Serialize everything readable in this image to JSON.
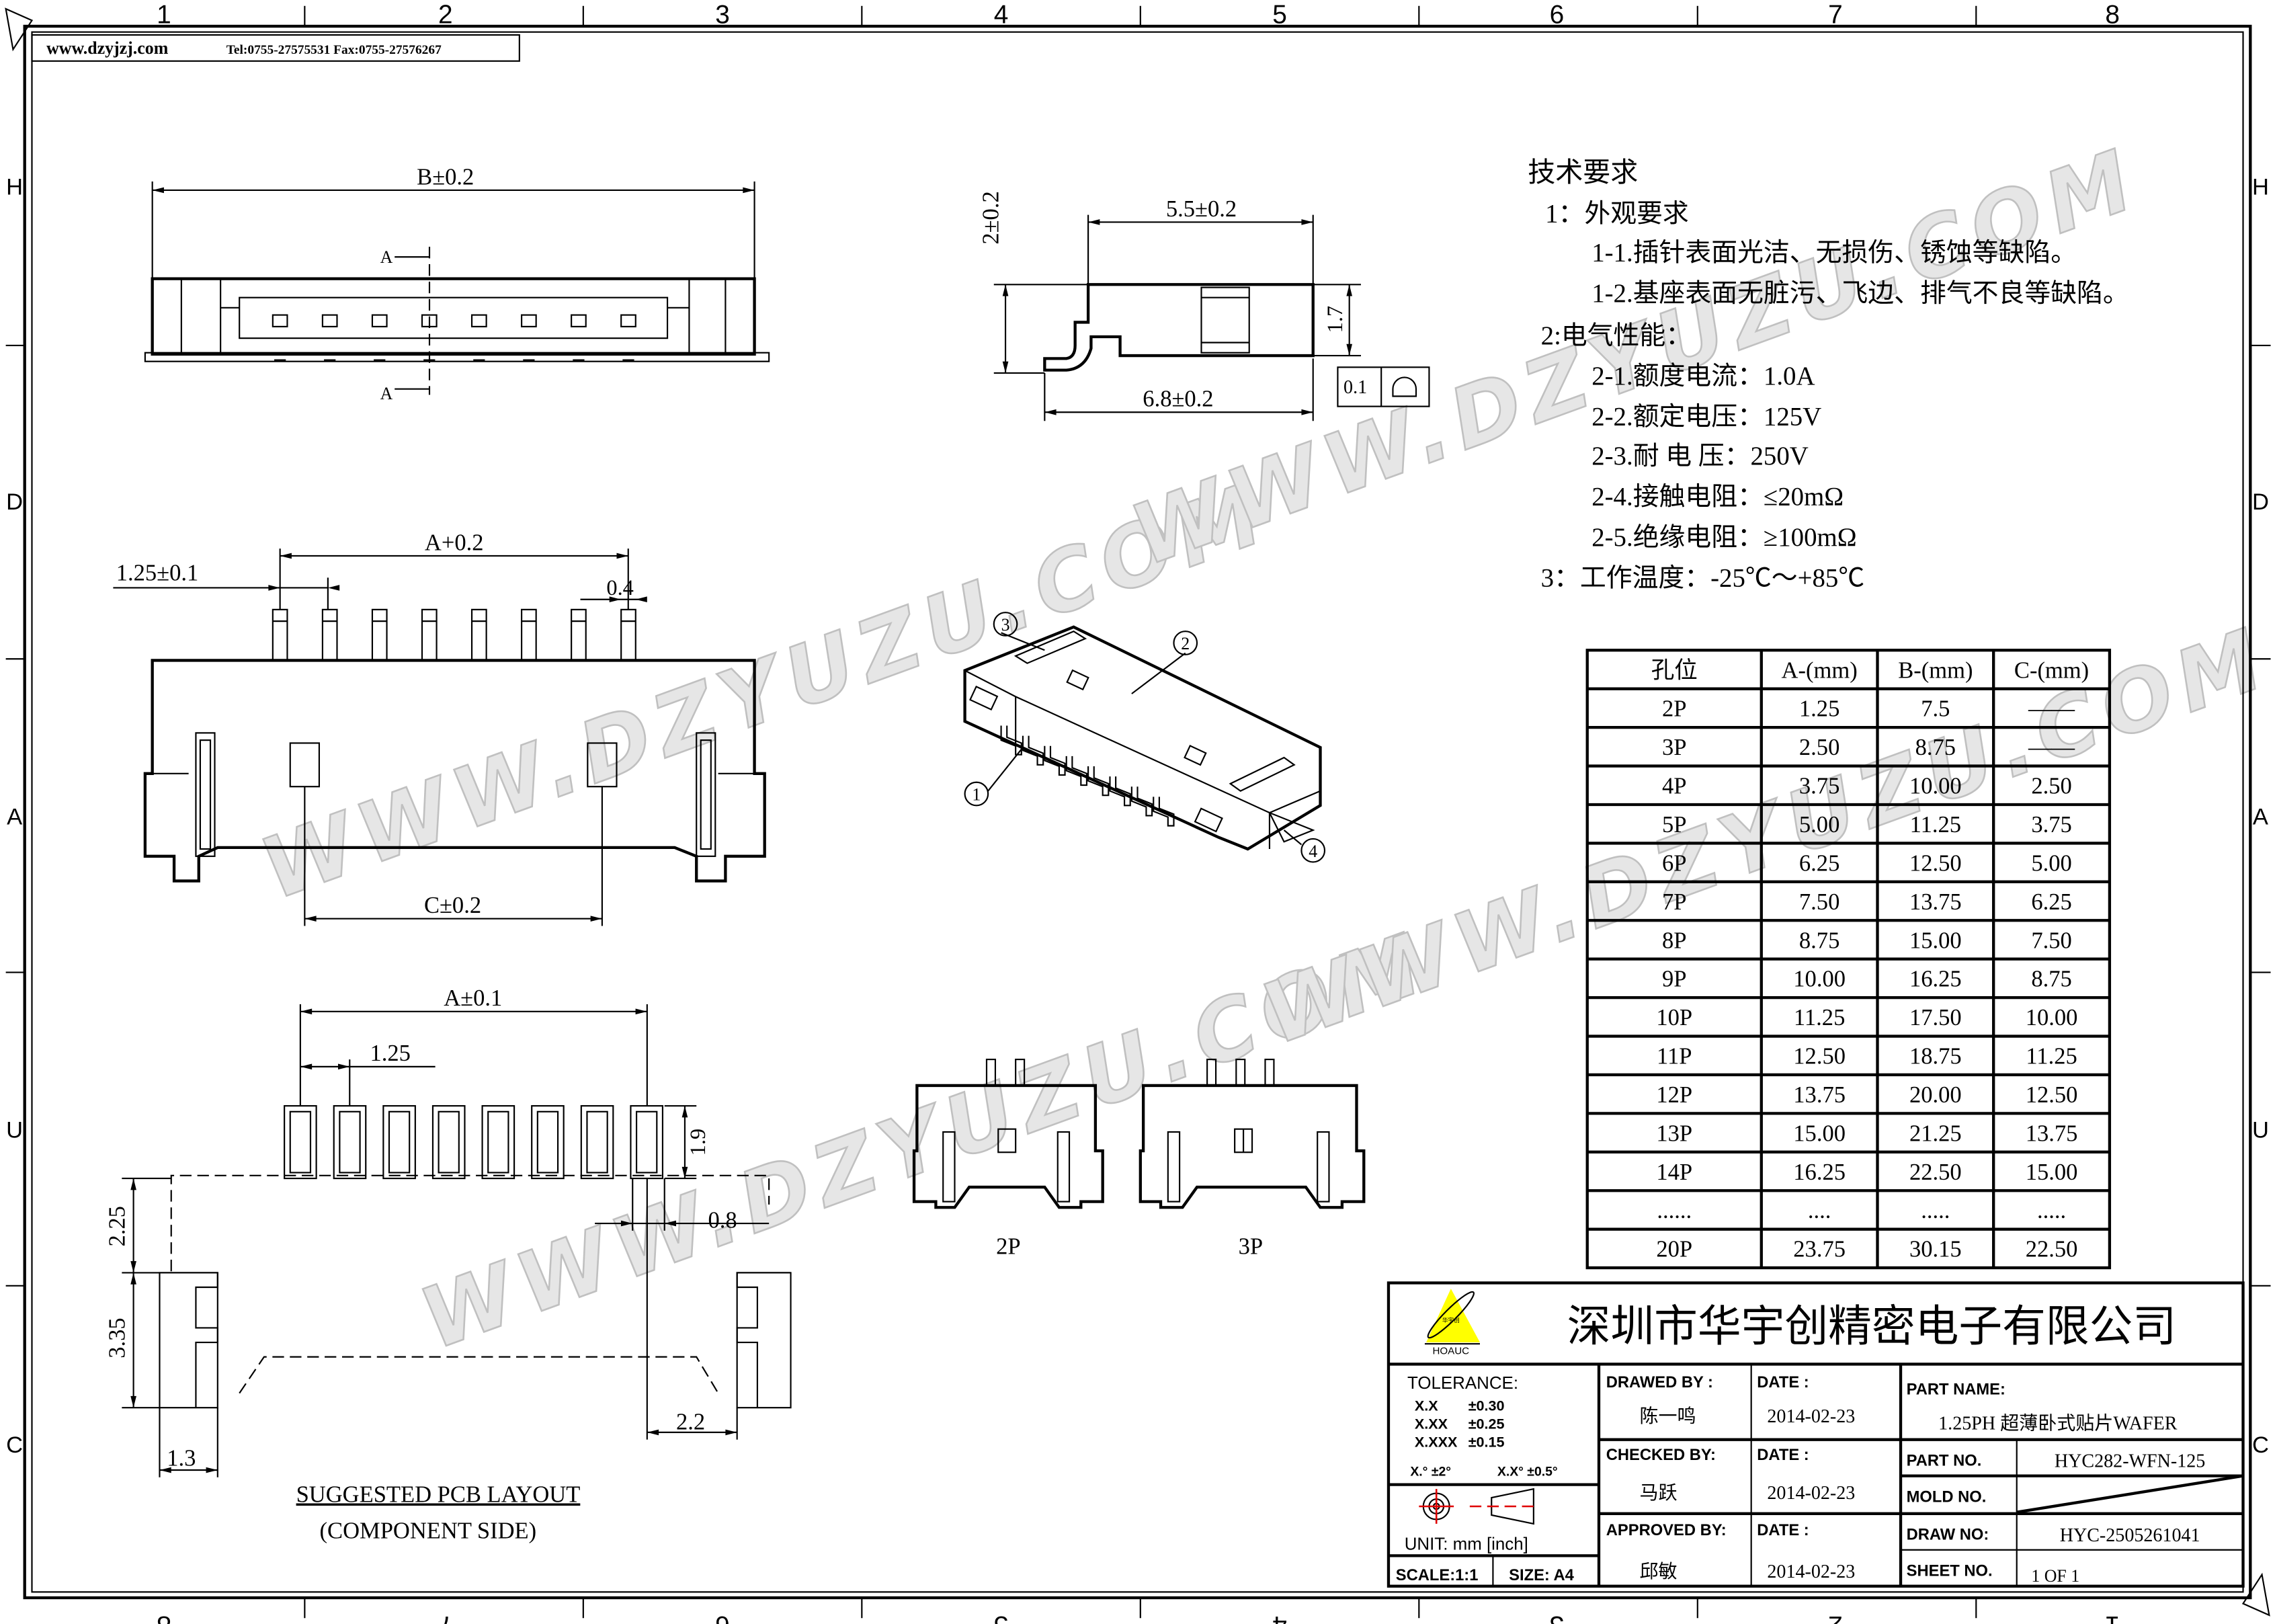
{
  "header": {
    "website": "www.dzyjzj.com",
    "contact": "Tel:0755-27575531  Fax:0755-27576267"
  },
  "border": {
    "columns": [
      "1",
      "2",
      "3",
      "4",
      "5",
      "6",
      "7",
      "8"
    ],
    "columns_bottom": [
      "8",
      "7",
      "6",
      "5",
      "4",
      "3",
      "2",
      "1"
    ],
    "rows": [
      "H",
      "D",
      "A",
      "U",
      "C"
    ]
  },
  "watermark": "WWW.DZYUZU.COM",
  "front_view": {
    "dim_b": "B±0.2",
    "section_a": "A"
  },
  "side_view": {
    "dim_width": "5.5±0.2",
    "dim_height": "2±0.2",
    "dim_body_height": "1.7",
    "dim_total": "6.8±0.2",
    "flatness_value": "0.1"
  },
  "bottom_view": {
    "dim_a": "A+0.2",
    "dim_pitch": "1.25±0.1",
    "dim_pin": "0.4",
    "dim_c": "C±0.2"
  },
  "pcb_layout": {
    "dim_a": "A±0.1",
    "dim_pitch": "1.25",
    "dim_pad_len": "1.9",
    "dim_pad_w": "0.8",
    "dim_2_25": "2.25",
    "dim_3_35": "3.35",
    "dim_2_2": "2.2",
    "dim_1_3": "1.3",
    "title": "SUGGESTED PCB LAYOUT",
    "subtitle": "(COMPONENT SIDE)"
  },
  "iso_view": {
    "callouts": [
      "1",
      "2",
      "3",
      "4"
    ]
  },
  "variants": {
    "label_2p": "2P",
    "label_3p": "3P"
  },
  "requirements": {
    "title": "技术要求",
    "lines": [
      "1：外观要求",
      "1-1.插针表面光洁、无损伤、锈蚀等缺陷。",
      "1-2.基座表面无脏污、飞边、排气不良等缺陷。",
      "2:电气性能：",
      "2-1.额度电流：1.0A",
      "2-2.额定电压：125V",
      "2-3.耐 电 压：250V",
      "2-4.接触电阻：≤20mΩ",
      "2-5.绝缘电阻：≥100mΩ",
      "3：工作温度：-25℃～+85℃"
    ]
  },
  "table": {
    "headers": [
      "孔位",
      "A-(mm)",
      "B-(mm)",
      "C-(mm)"
    ],
    "rows": [
      [
        "2P",
        "1.25",
        "7.5",
        "——"
      ],
      [
        "3P",
        "2.50",
        "8.75",
        "——"
      ],
      [
        "4P",
        "3.75",
        "10.00",
        "2.50"
      ],
      [
        "5P",
        "5.00",
        "11.25",
        "3.75"
      ],
      [
        "6P",
        "6.25",
        "12.50",
        "5.00"
      ],
      [
        "7P",
        "7.50",
        "13.75",
        "6.25"
      ],
      [
        "8P",
        "8.75",
        "15.00",
        "7.50"
      ],
      [
        "9P",
        "10.00",
        "16.25",
        "8.75"
      ],
      [
        "10P",
        "11.25",
        "17.50",
        "10.00"
      ],
      [
        "11P",
        "12.50",
        "18.75",
        "11.25"
      ],
      [
        "12P",
        "13.75",
        "20.00",
        "12.50"
      ],
      [
        "13P",
        "15.00",
        "21.25",
        "13.75"
      ],
      [
        "14P",
        "16.25",
        "22.50",
        "15.00"
      ],
      [
        "......",
        "....",
        ".....",
        "....."
      ],
      [
        "20P",
        "23.75",
        "30.15",
        "22.50"
      ]
    ]
  },
  "title_block": {
    "company": "深圳市华宇创精密电子有限公司",
    "logo_text": "HOAUC",
    "logo_cn": "华宇创",
    "tolerance_label": "TOLERANCE:",
    "tolerances": [
      [
        "X.X",
        "±0.30"
      ],
      [
        "X.XX",
        "±0.25"
      ],
      [
        "X.XXX",
        "±0.15"
      ]
    ],
    "angle_tol_1": "X.°  ±2°",
    "angle_tol_2": "X.X°  ±0.5°",
    "unit": "UNIT:  mm  [inch]",
    "scale": "SCALE:1:1",
    "size": "SIZE:  A4",
    "drawed_by_label": "DRAWED  BY :",
    "drawed_by": "陈一鸣",
    "checked_by_label": "CHECKED  BY:",
    "checked_by": "马跃",
    "approved_by_label": "APPROVED  BY:",
    "approved_by": "邱敏",
    "date_label": "DATE  :",
    "drawed_date": "2014-02-23",
    "checked_date": "2014-02-23",
    "approved_date": "2014-02-23",
    "part_name_label": "PART  NAME:",
    "part_name": "1.25PH  超薄卧式贴片WAFER",
    "part_no_label": "PART  NO.",
    "part_no": "HYC282-WFN-125",
    "mold_no_label": "MOLD  NO.",
    "draw_no_label": "DRAW  NO:",
    "draw_no": "HYC-2505261041",
    "sheet_no_label": "SHEET  NO.",
    "sheet_no": "1  OF  1",
    "accent_red": "#e00000",
    "logo_yellow": "#ffff00"
  }
}
